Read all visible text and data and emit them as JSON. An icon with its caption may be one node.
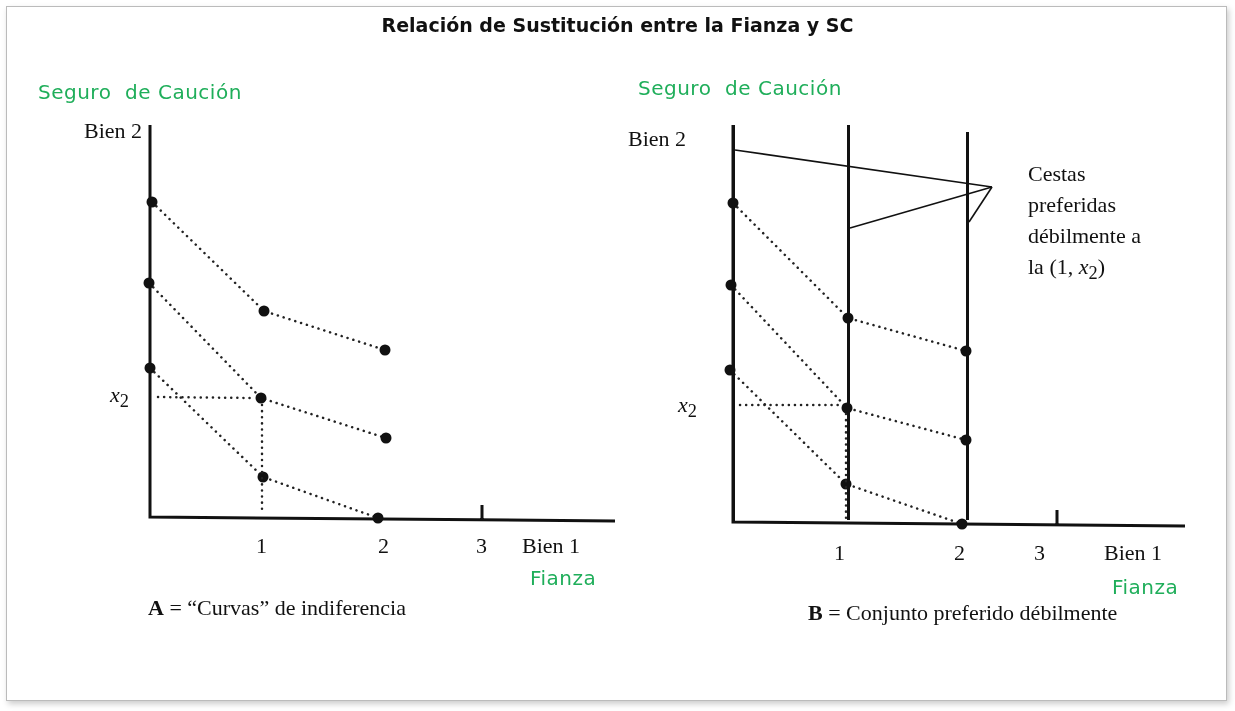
{
  "diagram": {
    "title": "Relación de Sustitución entre la Fianza y SC",
    "nodes": [
      {
        "text": [
          "Cestas preferidas débilmente a la (1, *x*$_{2}$)"
        ]
      },
      {
        "text": [],
        "shape": "bar"
      },
      {
        "text": [],
        "shape": "bar"
      },
      {
        "text": [],
        "shape": "bar"
      }
    ],
    "edges": [
      {
        "from": 0,
        "to": 1,
        "arrow": "none"
      },
      {
        "from": 0,
        "to": 2,
        "arrow": "none"
      },
      {
        "from": 0,
        "to": 3,
        "arrow": "none"
      }
    ],
    "labels": [
      "Seguro  de Caución",
      "Bien 2",
      "*x*$_{2}$",
      "1",
      "2",
      "3",
      "Bien 1",
      "Fianza",
      "**A** = “Curvas” de indiferencia",
      "Seguro  de Caución",
      "Bien 2",
      "*x*$_{2}$",
      "1",
      "2",
      "3",
      "Bien 1",
      "Fianza",
      "**B** = Conjunto preferido débilmente"
    ]
  }
}
